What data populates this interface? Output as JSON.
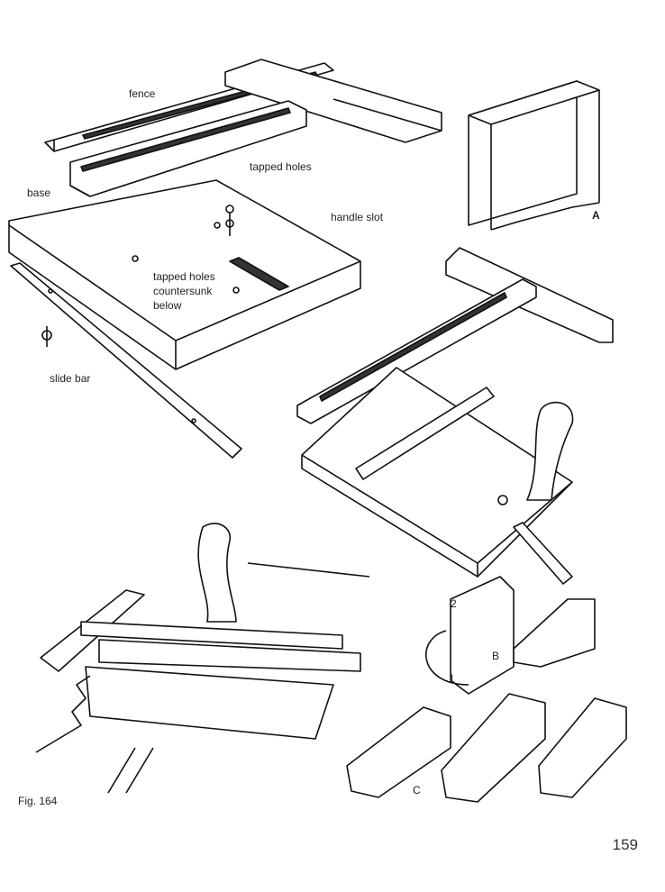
{
  "figure": {
    "caption": "Fig. 164",
    "labels": {
      "fence": "fence",
      "tapped_holes": "tapped holes",
      "base": "base",
      "handle_slot": "handle slot",
      "tapped_holes_countersunk_1": "tapped holes",
      "tapped_holes_countersunk_2": "countersunk",
      "tapped_holes_countersunk_3": "below",
      "slide_bar": "slide bar",
      "A": "A",
      "B": "B",
      "C": "C",
      "one": "1",
      "two": "2"
    }
  },
  "page_number": "159"
}
